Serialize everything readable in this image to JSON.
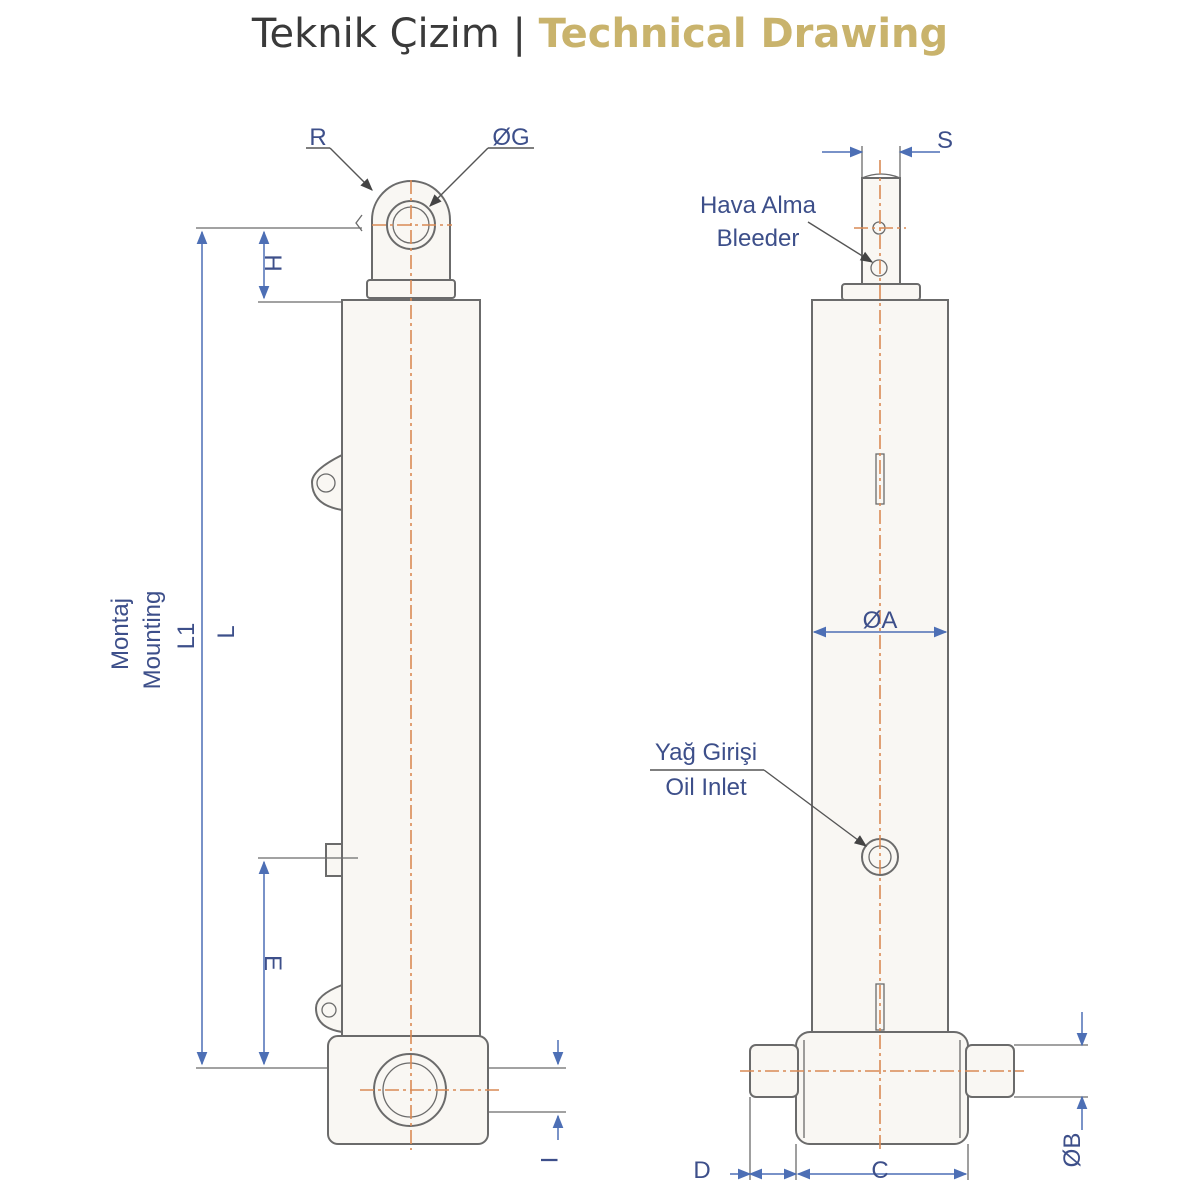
{
  "title": {
    "turkish": "Teknik Çizim",
    "separator": "|",
    "english": "Technical Drawing"
  },
  "labels": {
    "R": "R",
    "G": "ØG",
    "H": "H",
    "montaj": "Montaj",
    "mounting": "Mounting",
    "L1": "L1",
    "L": "L",
    "E": "E",
    "I": "I",
    "S": "S",
    "bleeder_tr": "Hava Alma",
    "bleeder_en": "Bleeder",
    "A": "ØA",
    "oil_tr": "Yağ Girişi",
    "oil_en": "Oil Inlet",
    "D": "D",
    "C": "C",
    "B": "ØB"
  },
  "colors": {
    "title_dark": "#3a3a3a",
    "title_gold": "#c9b36c",
    "label_blue": "#3d4f8a",
    "centerline": "#d98a55",
    "outline": "#6b6b6b"
  }
}
